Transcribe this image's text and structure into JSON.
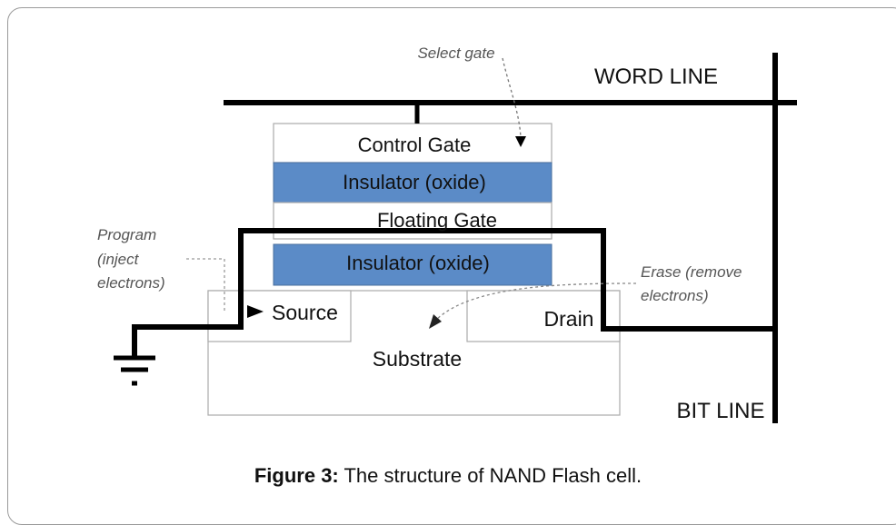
{
  "diagram": {
    "word_line": "WORD LINE",
    "bit_line": "BIT LINE",
    "select_gate": "Select gate",
    "control_gate": "Control Gate",
    "insulator_top": "Insulator (oxide)",
    "floating_gate": "Floating Gate",
    "insulator_bottom": "Insulator (oxide)",
    "source": "Source",
    "drain": "Drain",
    "substrate": "Substrate",
    "program_note": [
      "Program",
      "(inject",
      "electrons)"
    ],
    "erase_note": [
      "Erase (remove",
      "electrons)"
    ]
  },
  "caption": {
    "label": "Figure 3:",
    "text": " The structure of NAND Flash cell."
  },
  "colors": {
    "insulator": "#5b8bc7",
    "line": "#000000",
    "note": "#555555"
  }
}
